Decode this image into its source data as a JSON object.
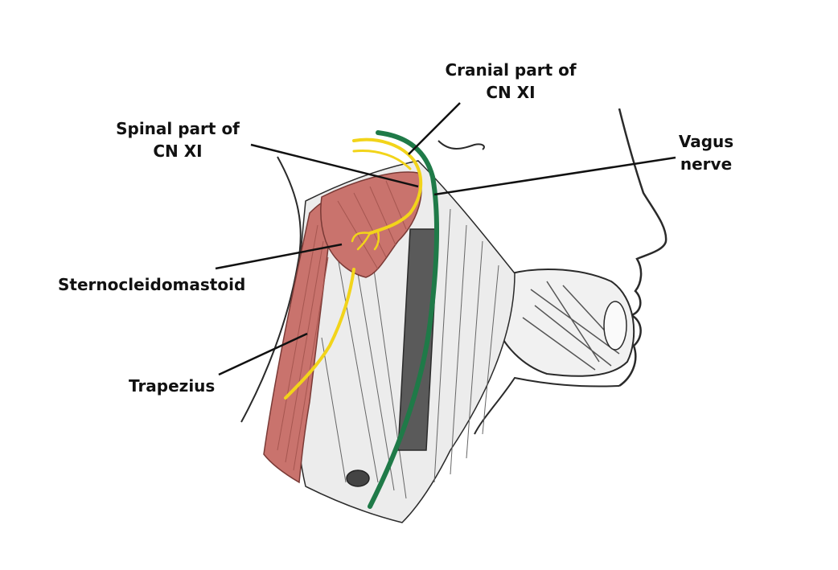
{
  "colors": {
    "background": "#ffffff",
    "label_text": "#111111",
    "leader_line": "#111111",
    "outline": "#2a2a2a",
    "muscle": "#c9736d",
    "muscle_dark": "#a65650",
    "spinal_nerve": "#f2d41a",
    "vagus_nerve": "#1f7a48",
    "vessel": "#5a5a5a",
    "fascia": "#e9e9e9"
  },
  "labels": {
    "cranial_part": {
      "line1": "Cranial part of",
      "line2": "CN XI"
    },
    "spinal_part": {
      "line1": "Spinal part of",
      "line2": "CN XI"
    },
    "vagus": {
      "line1": "Vagus",
      "line2": "nerve"
    },
    "sternocleidomastoid": "Sternocleidomastoid",
    "trapezius": "Trapezius"
  }
}
